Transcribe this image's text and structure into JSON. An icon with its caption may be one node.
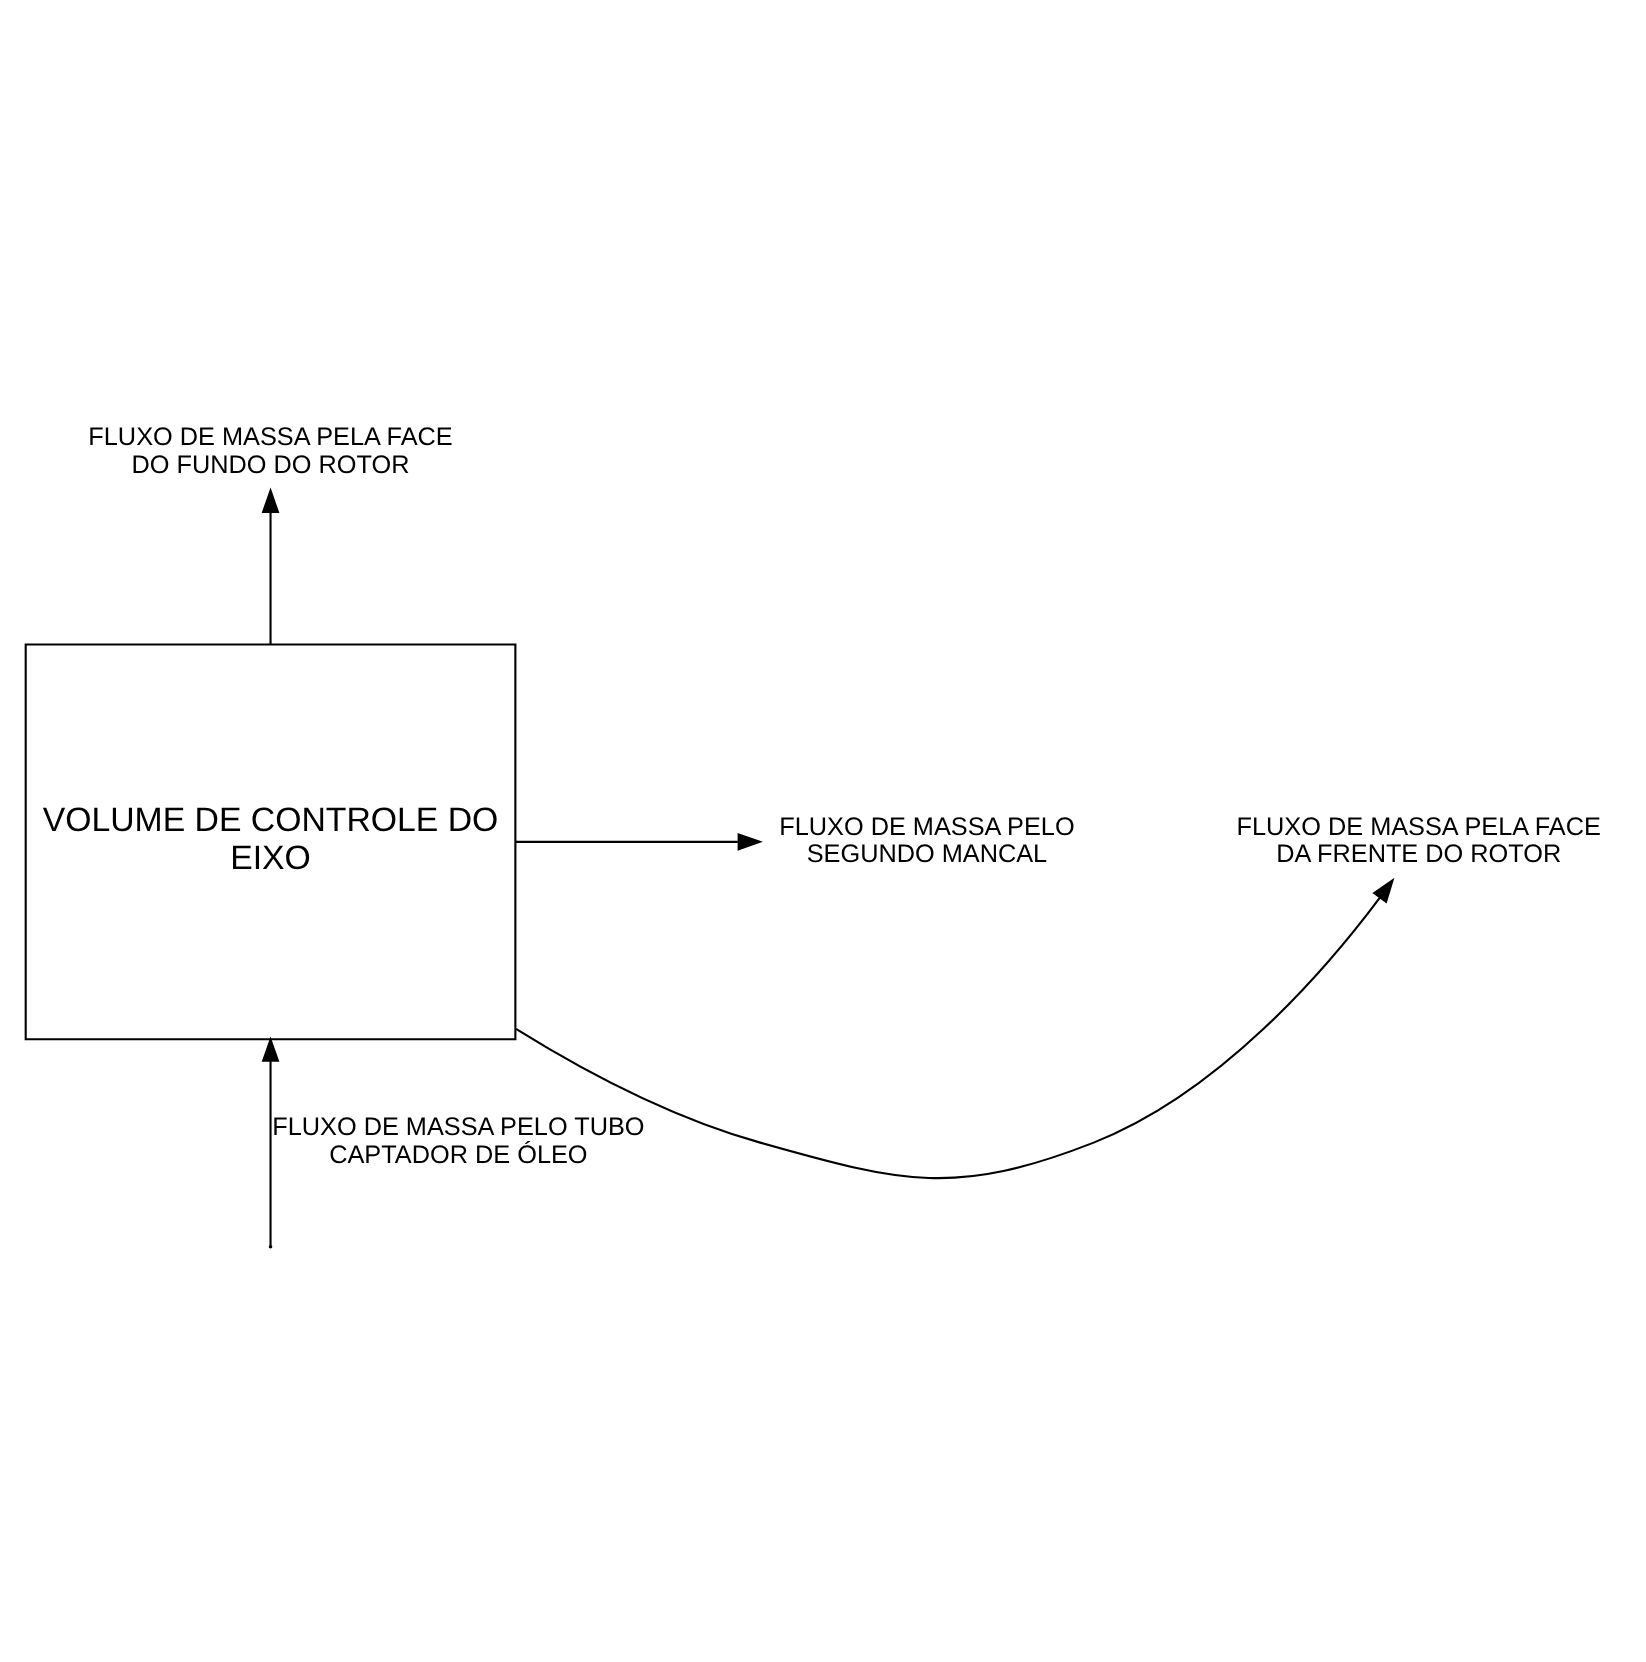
{
  "diagram": {
    "nodes": [
      {
        "text": [
          "FLUXO DE MASSA PELA FACE DO FUNDO DO ROTOR"
        ]
      },
      {
        "text": [
          "VOLUME DE CONTROLE DO EIXO"
        ]
      },
      {
        "text": [
          "FLUXO DE MASSA PELA FACE DA FRENTE DO ROTOR"
        ]
      },
      {
        "text": [
          "FLUXO DE MASSA PELO SEGUNDO MANCAL"
        ]
      }
    ],
    "edges": [
      {
        "from": 1,
        "to": 0,
        "arrow": "to"
      },
      {
        "from": 1,
        "to": 2,
        "arrow": "to"
      },
      {
        "from": 1,
        "to": 3,
        "arrow": "to"
      },
      {
        "from": null,
        "to": 1,
        "arrow": "to",
        "label": "FLUXO DE MASSA PELO TUBO CAPTADOR DE ÓLEO"
      }
    ]
  }
}
